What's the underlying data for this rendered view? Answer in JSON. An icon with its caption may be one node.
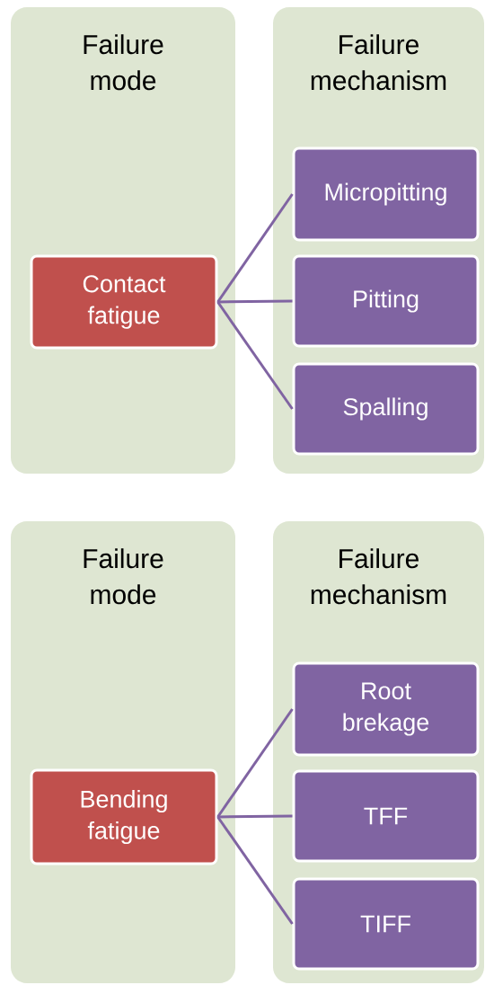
{
  "diagram": {
    "nodes": [
      {
        "text": [
          "Failure mode"
        ]
      },
      {
        "text": [
          "Failure mechanism"
        ]
      },
      {
        "text": [
          "Contact fatigue"
        ],
        "in": 0
      },
      {
        "text": [
          "Micropitting"
        ],
        "in": 1
      },
      {
        "text": [
          "Pitting"
        ],
        "in": 1
      },
      {
        "text": [
          "Spalling"
        ],
        "in": 1
      },
      {
        "text": [
          "Failure mode"
        ]
      },
      {
        "text": [
          "Failure mechanism"
        ]
      },
      {
        "text": [
          "Bending fatigue"
        ],
        "in": 6
      },
      {
        "text": [
          "Root brekage"
        ],
        "in": 7
      },
      {
        "text": [
          "TFF"
        ],
        "in": 7
      },
      {
        "text": [
          "TIFF"
        ],
        "in": 7
      }
    ],
    "edges": [
      {
        "from": 2,
        "to": 3,
        "arrow": "none"
      },
      {
        "from": 2,
        "to": 4,
        "arrow": "none"
      },
      {
        "from": 2,
        "to": 5,
        "arrow": "none"
      },
      {
        "from": 8,
        "to": 9,
        "arrow": "none"
      },
      {
        "from": 8,
        "to": 10,
        "arrow": "none"
      },
      {
        "from": 8,
        "to": 11,
        "arrow": "none"
      }
    ]
  }
}
